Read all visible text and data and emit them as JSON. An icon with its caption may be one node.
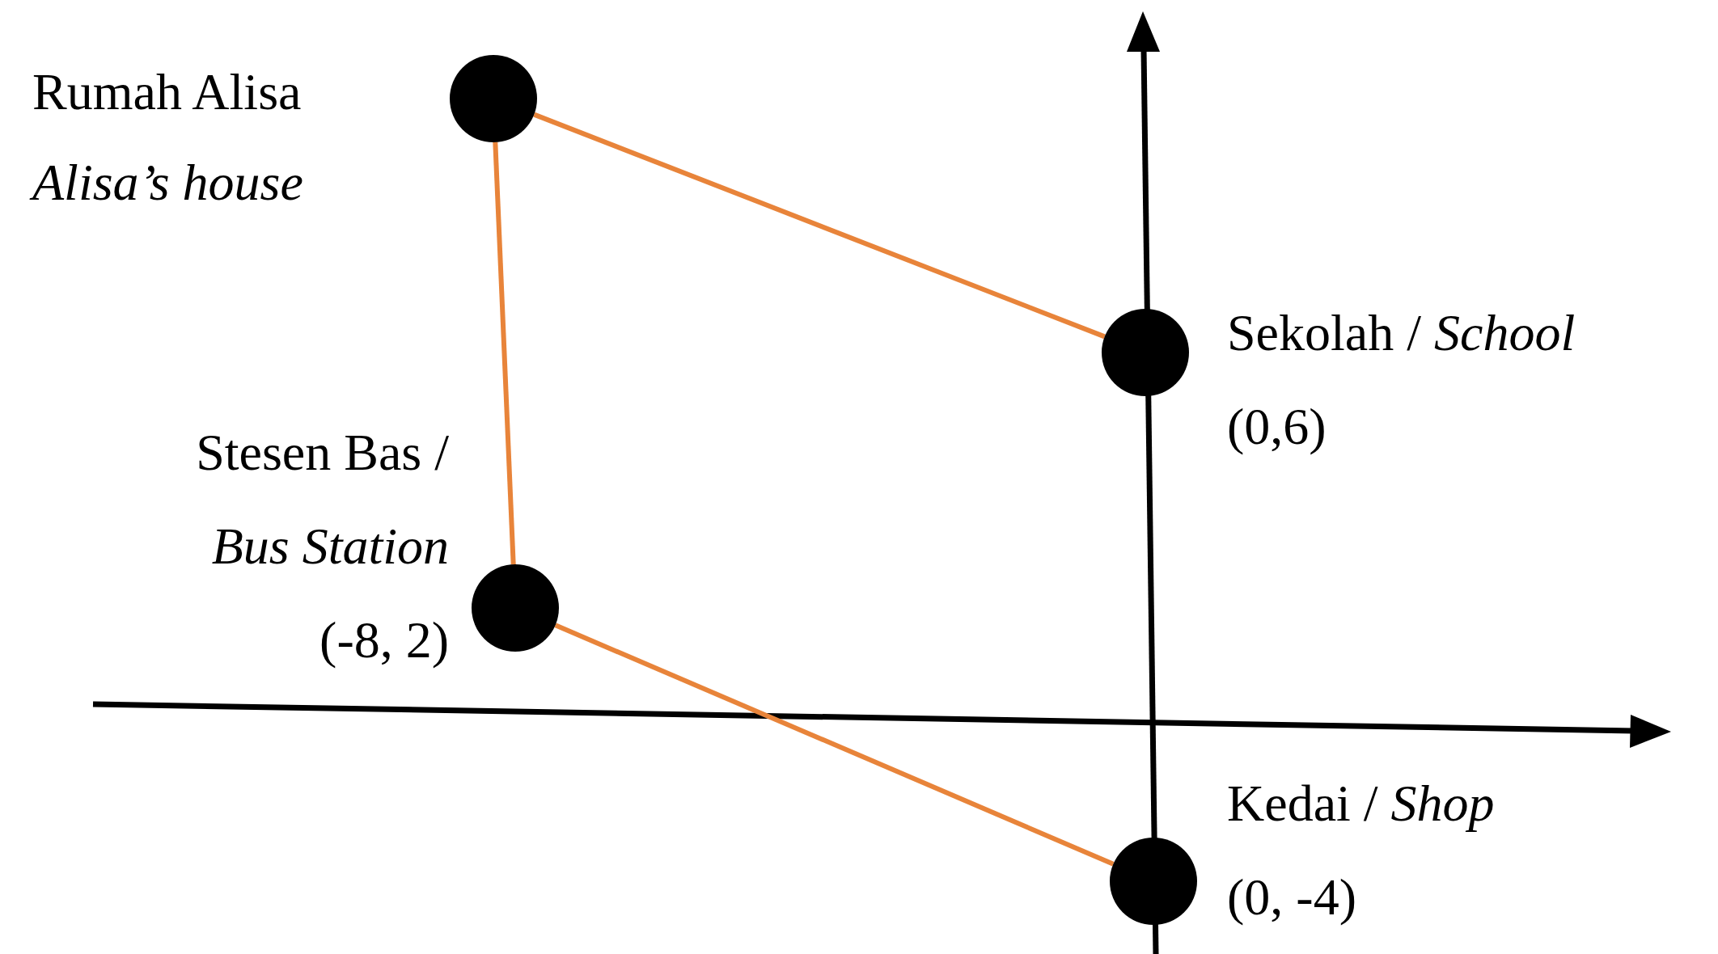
{
  "diagram": {
    "nodes": [
      {
        "text": [],
        "shape": "circle",
        "beside": [
          "Rumah Alisa",
          "*Alisa’s house*"
        ]
      },
      {
        "text": [],
        "shape": "circle",
        "beside": [
          "Sekolah / *School*",
          "(0,6)"
        ]
      },
      {
        "text": [],
        "shape": "circle",
        "beside": [
          "Stesen Bas /",
          "*Bus Station*",
          "(-8, 2)"
        ]
      },
      {
        "text": [],
        "shape": "circle",
        "beside": [
          "Kedai / *Shop*",
          "(0, -4)"
        ]
      }
    ],
    "edges": [
      {
        "from": 0,
        "to": 1,
        "arrow": "none"
      },
      {
        "from": 0,
        "to": 2,
        "arrow": "none"
      },
      {
        "from": 2,
        "to": 3,
        "arrow": "none"
      }
    ]
  }
}
